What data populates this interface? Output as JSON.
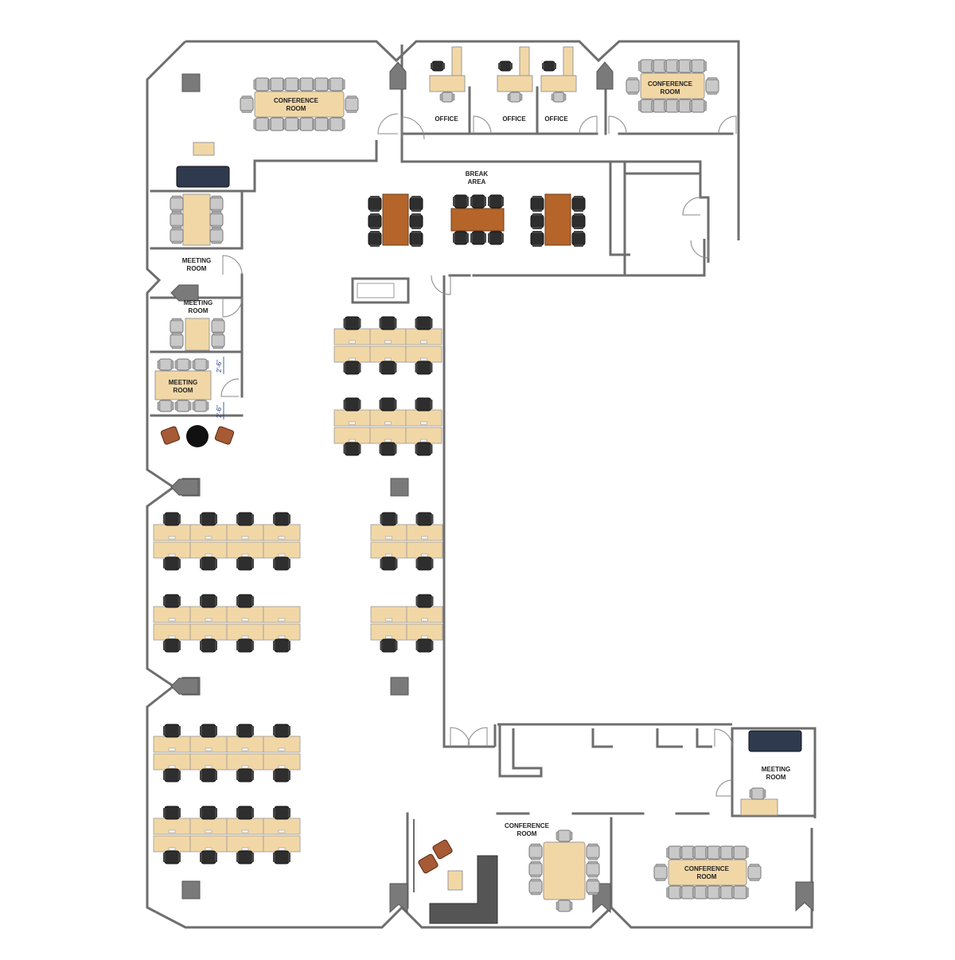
{
  "labels": {
    "conf_top_left": [
      "CONFERENCE",
      "ROOM"
    ],
    "office_1": [
      "OFFICE"
    ],
    "office_2": [
      "OFFICE"
    ],
    "office_3": [
      "OFFICE"
    ],
    "conf_top_right": [
      "CONFERENCE",
      "ROOM"
    ],
    "break_area": [
      "BREAK",
      "AREA"
    ],
    "meeting_room_a": [
      "MEETING",
      "ROOM"
    ],
    "meeting_room_b": [
      "MEETING",
      "ROOM"
    ],
    "meeting_room_c": [
      "MEETING",
      "ROOM"
    ],
    "meeting_room_d": [
      "MEETING",
      "ROOM"
    ],
    "conf_bottom_mid": [
      "CONFERENCE",
      "ROOM"
    ],
    "conf_bottom_right": [
      "CONFERENCE",
      "ROOM"
    ]
  },
  "dimensions": {
    "upper": "2'-6\"",
    "lower": "2'-6\""
  },
  "colors": {
    "wall": "#6e6e6e",
    "wood": "#f2d7a6",
    "dark_wood": "#b5652a",
    "chair_light": "#c9c9c9",
    "chair_dark": "#2e2e2e",
    "sofa": "#2f3a4f",
    "lounge_chair": "#a65a35",
    "column": "#7a7a7a",
    "dimension_text": "#1a3a8a"
  }
}
